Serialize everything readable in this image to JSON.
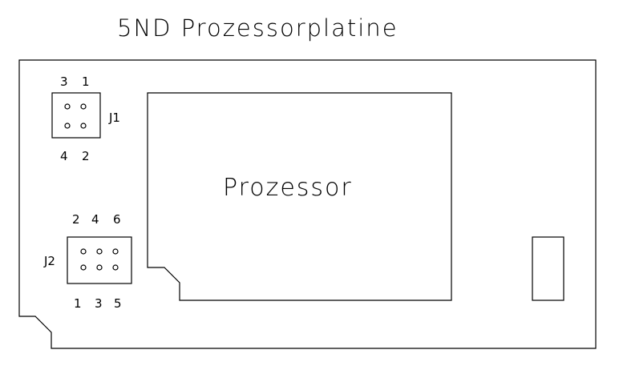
{
  "diagram": {
    "title": "5ND Prozessorplatine",
    "processor_label": "Prozessor",
    "connectors": {
      "j1": {
        "name": "J1",
        "top_pins": [
          "3",
          "1"
        ],
        "bottom_pins": [
          "4",
          "2"
        ]
      },
      "j2": {
        "name": "J2",
        "top_pins": [
          "2",
          "4",
          "6"
        ],
        "bottom_pins": [
          "1",
          "3",
          "5"
        ]
      }
    }
  },
  "style": {
    "line_color": "#000000",
    "background": "#ffffff"
  }
}
